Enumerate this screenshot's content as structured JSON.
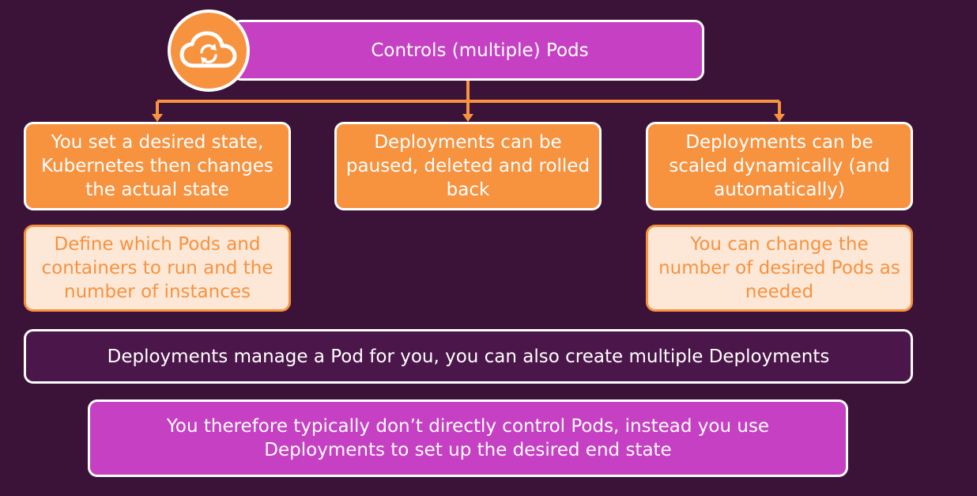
{
  "top": {
    "title": "Controls (multiple) Pods",
    "icon": "cloud-sync-icon"
  },
  "features": [
    "You set a desired state, Kubernetes then changes the actual state",
    "Deployments can be paused, deleted and rolled back",
    "Deployments can be scaled dynamically (and automatically)"
  ],
  "details": [
    "Define which Pods and containers to run and the number of instances",
    "You can change the number of desired Pods as needed"
  ],
  "summary": "Deployments manage a Pod for you, you can also create multiple Deployments",
  "conclusion": "You therefore typically don’t directly control Pods, instead you use Deployments to set up the desired end state",
  "colors": {
    "background": "#3b1238",
    "magenta": "#c640c3",
    "orange": "#f7923f",
    "cream": "#fde8d8",
    "dark_panel": "#4b1649"
  }
}
